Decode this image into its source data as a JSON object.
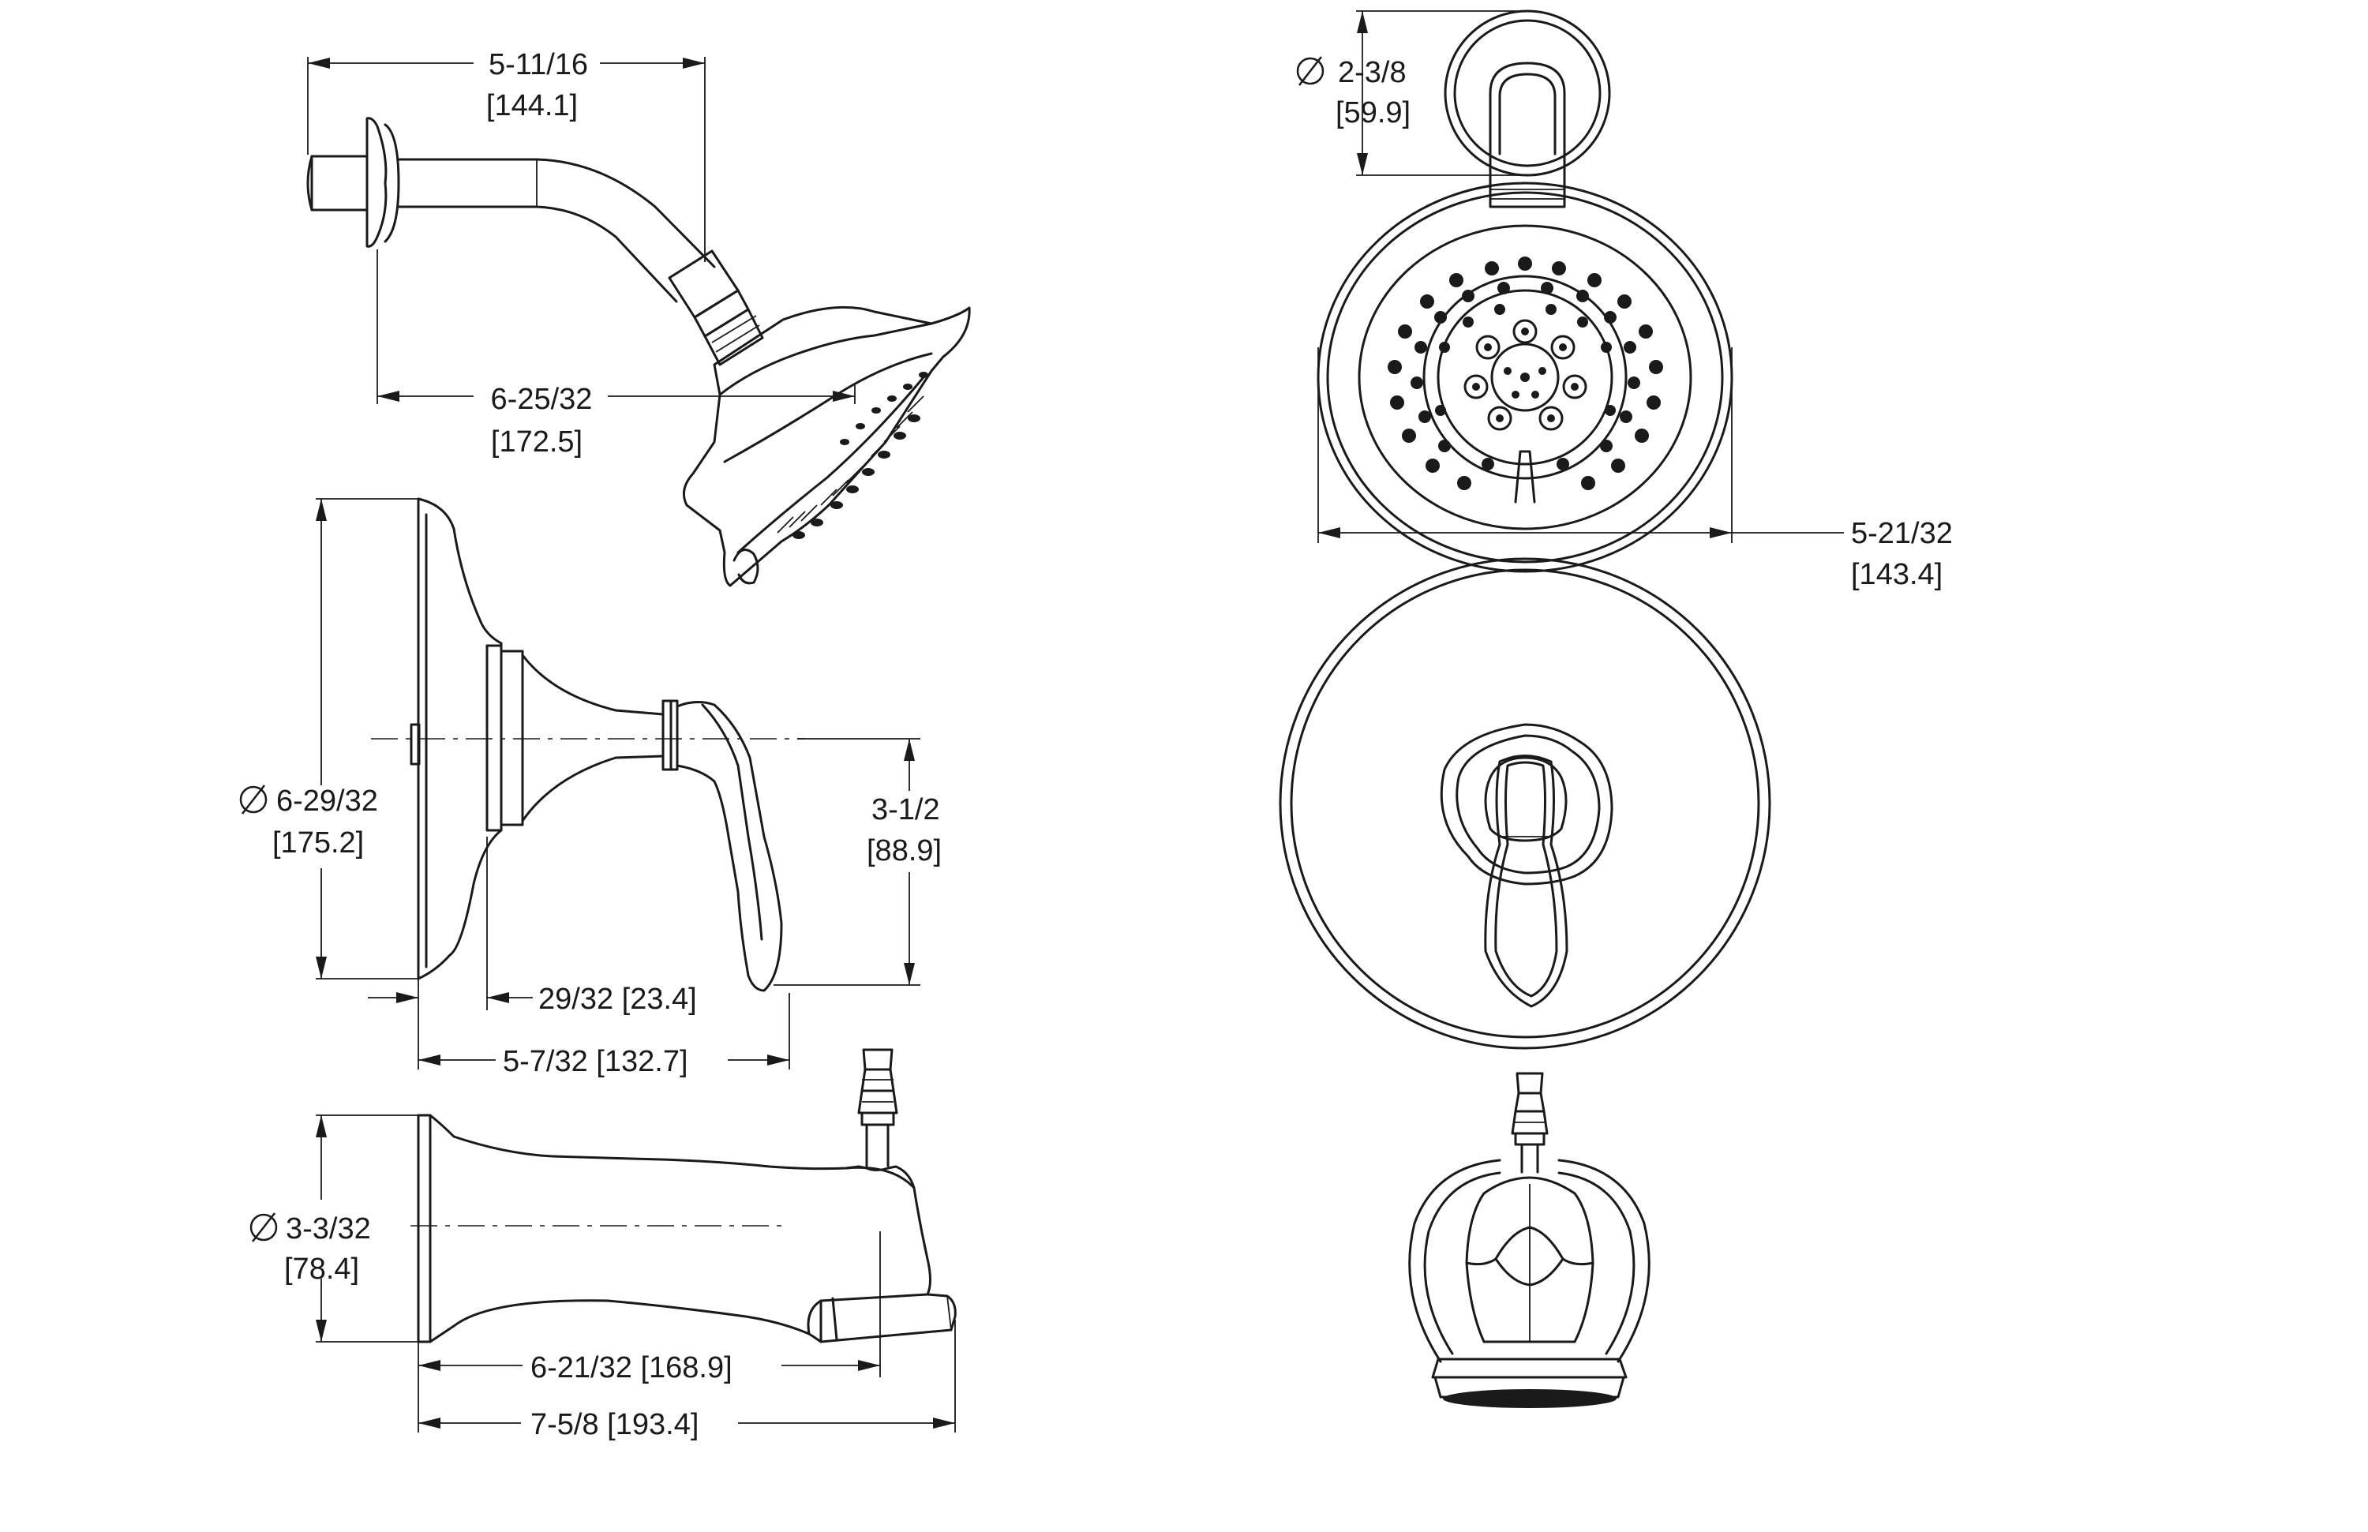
{
  "dimensions": {
    "arm_length": {
      "imperial": "5-11/16",
      "metric": "[144.1]"
    },
    "head_reach": {
      "imperial": "6-25/32",
      "metric": "[172.5]"
    },
    "flange_diameter_top": {
      "imperial": "2-3/8",
      "metric": "[59.9]"
    },
    "head_diameter": {
      "imperial": "5-21/32",
      "metric": "[143.4]"
    },
    "trim_diameter": {
      "imperial": "6-29/32",
      "metric": "[175.2]"
    },
    "handle_height": {
      "imperial": "3-1/2",
      "metric": "[88.9]"
    },
    "escutcheon_depth": {
      "text": "29/32  [23.4]"
    },
    "handle_projection": {
      "text": "5-7/32  [132.7]"
    },
    "spout_diameter": {
      "imperial": "3-3/32",
      "metric": "[78.4]"
    },
    "spout_reach": {
      "text": "6-21/32  [168.9]"
    },
    "spout_overall": {
      "text": "7-5/8  [193.4]"
    }
  },
  "icons": {
    "diameter_symbol": "diameter-symbol-icon"
  }
}
